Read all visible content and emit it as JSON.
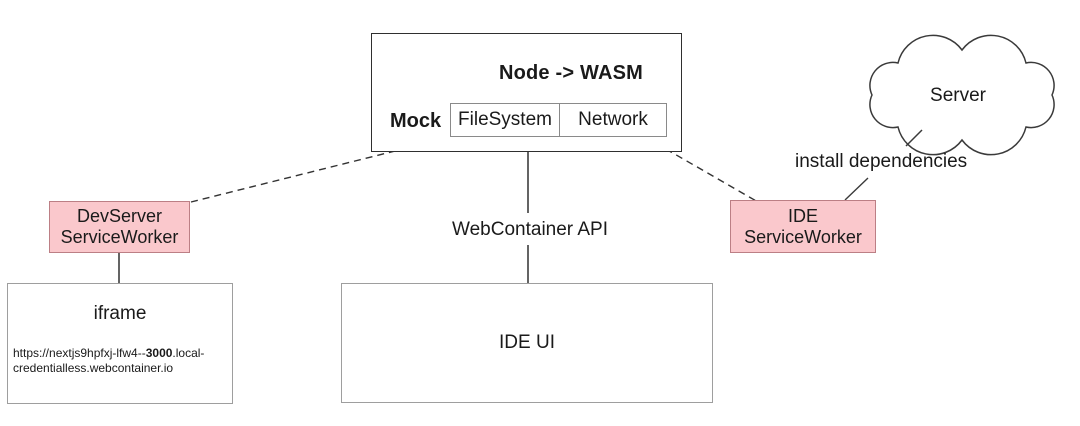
{
  "diagram": {
    "node_wasm_box": {
      "title": "Node -> WASM",
      "mock_label": "Mock",
      "filesystem_label": "FileSystem",
      "network_label": "Network"
    },
    "dev_server_worker": {
      "line1": "DevServer",
      "line2": "ServiceWorker"
    },
    "ide_service_worker": {
      "line1": "IDE",
      "line2": "ServiceWorker"
    },
    "iframe_box": {
      "title": "iframe",
      "url_prefix": "https://nextjs9hpfxj-lfw4--",
      "url_port": "3000",
      "url_suffix": ".local-credentialless.webcontainer.io"
    },
    "ide_ui_box": {
      "label": "IDE UI"
    },
    "server_cloud": {
      "label": "Server"
    },
    "labels": {
      "webcontainer_api": "WebContainer API",
      "install_dependencies": "install dependencies"
    },
    "colors": {
      "service_worker_fill": "#fac8cc",
      "service_worker_border": "#bc7f85",
      "box_border_dark": "#2f2f2f",
      "box_border_light": "#9e9e9e",
      "cell_border": "#8a8a8a",
      "line_color": "#333333"
    }
  }
}
